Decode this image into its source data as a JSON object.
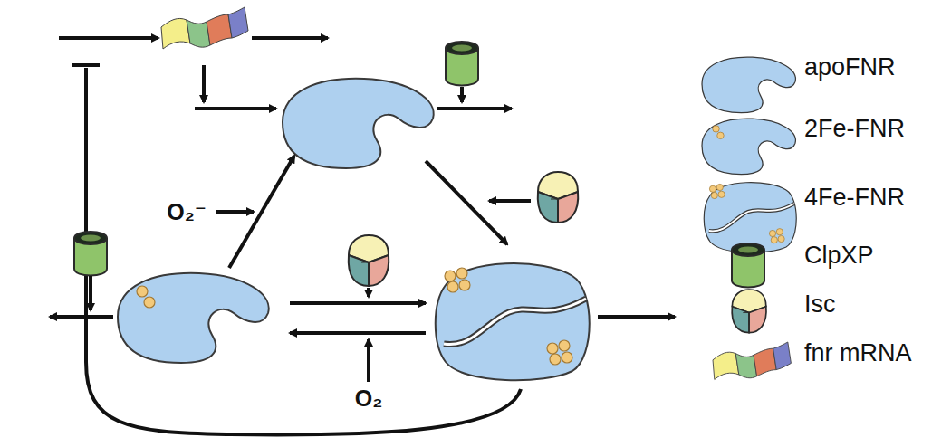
{
  "diagram": {
    "labels": [
      "O₂⁻",
      "O₂"
    ],
    "legend": [
      {
        "text": "apoFNR"
      },
      {
        "text": "2Fe-FNR"
      },
      {
        "text": "4Fe-FNR"
      },
      {
        "text": "ClpXP"
      },
      {
        "text": "Isc"
      },
      {
        "text": "fnr mRNA"
      }
    ]
  }
}
